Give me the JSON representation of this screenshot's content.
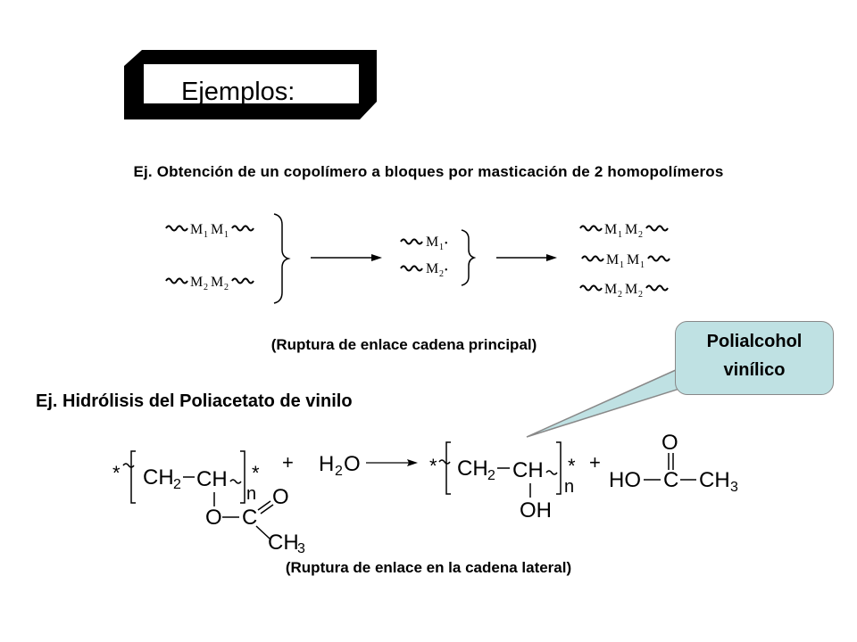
{
  "header": {
    "title": "Ejemplos:"
  },
  "example1": {
    "heading": "Ej. Obtención de un copolímero a bloques por masticación de 2 homopolímeros",
    "caption": "(Ruptura de enlace cadena principal)",
    "reactants": [
      {
        "a": "M",
        "ai": "1",
        "b": "M",
        "bi": "1"
      },
      {
        "a": "M",
        "ai": "2",
        "b": "M",
        "bi": "2"
      }
    ],
    "radicals": [
      {
        "a": "M",
        "ai": "1",
        "mark": "•"
      },
      {
        "a": "M",
        "ai": "2",
        "mark": "•"
      }
    ],
    "products": [
      {
        "a": "M",
        "ai": "1",
        "b": "M",
        "bi": "2"
      },
      {
        "a": "M",
        "ai": "1",
        "b": "M",
        "bi": "1"
      },
      {
        "a": "M",
        "ai": "2",
        "b": "M",
        "bi": "2"
      }
    ]
  },
  "example2": {
    "heading": "Ej. Hidrólisis del Poliacetato de vinilo",
    "caption": "(Ruptura de enlace en la cadena lateral)",
    "callout": "Polialcohol\nvinílico",
    "plus": "+",
    "star": "*",
    "n": "n",
    "ch2": "CH",
    "ch": "CH",
    "sub2": "2",
    "sub3": "3",
    "water_h": "H",
    "water_o": "O",
    "o": "O",
    "c": "C",
    "ch3": "CH",
    "oh": "OH",
    "ho": "HO"
  },
  "colors": {
    "callout_fill": "#bfe1e3",
    "callout_border": "#888888"
  }
}
